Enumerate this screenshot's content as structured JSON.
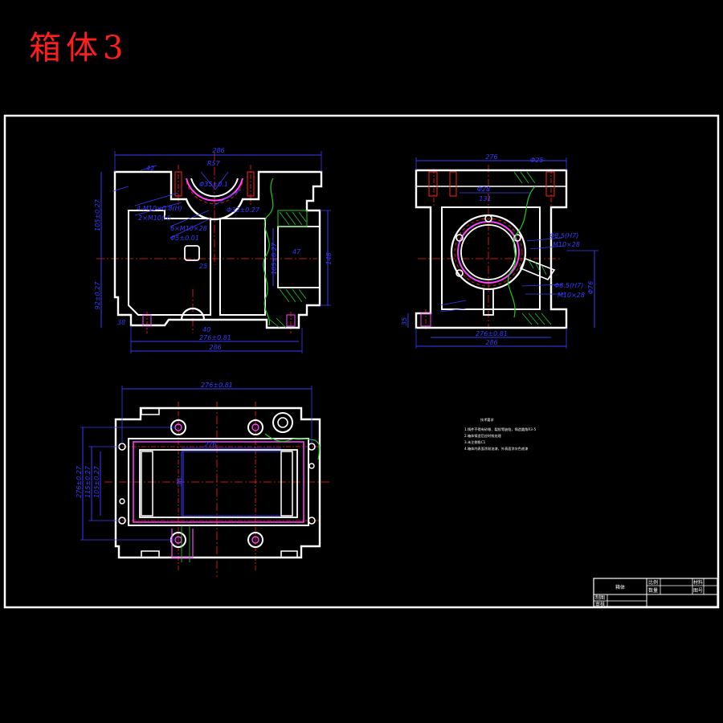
{
  "drawing": {
    "title": "箱体3",
    "colors": {
      "background": "#000000",
      "outline": "#ffffff",
      "dimension": "#3a3aff",
      "centerline": "#ff2020",
      "hatch": "#22cc22",
      "hidden": "#ff44ff",
      "title_red": "#ff1e1e"
    }
  },
  "front_view": {
    "dims": {
      "top_width": "286",
      "bottom_span": "276±0.81",
      "bottom_total": "286",
      "left_upper": "105±0.27",
      "left_lower": "92±0.27",
      "top_slot": "42",
      "bolt_1": "4-M10×0.8(H)",
      "bolt_2": "2×M10(H)",
      "bolt_3": "6×M10×28",
      "bolt_4": "Φ5±0.01",
      "center_r": "R57",
      "hole_1": "Φ35±0.1",
      "hole_2": "Φ32±0.27",
      "inner_1": "47",
      "side_h": "148",
      "inner_v": "105±0.27",
      "small_1": "25",
      "small_2": "40",
      "small_3": "38"
    }
  },
  "side_view": {
    "dims": {
      "top_width": "276",
      "top_right": "Φ25",
      "inner_top": "Φ28",
      "inner_mid": "131",
      "bolt_r1": "Φ8.5(H7)",
      "bolt_r2": "M10×28",
      "bolt_r3": "Φ8.5(H7)",
      "bolt_r4": "M10×28",
      "bore": "Φ76",
      "left_h": "35",
      "bottom_inner": "276±0.81",
      "bottom_total": "286"
    }
  },
  "top_view": {
    "dims": {
      "top_span": "276±0.81",
      "inner_w": "276",
      "left_1": "276±0.27",
      "left_2": "115±0.27",
      "left_3": "105±0.27",
      "center_v": "38"
    }
  },
  "notes": {
    "heading": "技术要求",
    "items": [
      "1.铸件不得有砂眼、裂纹等缺陷，铸造圆角R3-5",
      "2.箱体铸造后应时效处理",
      "3.未注倒角C1",
      "4.箱体内表面涂耐油漆，外表面涂灰色底漆"
    ]
  },
  "title_block": {
    "name": "箱体",
    "c1": "比例",
    "c2": "数量",
    "c3": "材料",
    "c4": "图号",
    "r2": "制图",
    "r3": "审核"
  }
}
